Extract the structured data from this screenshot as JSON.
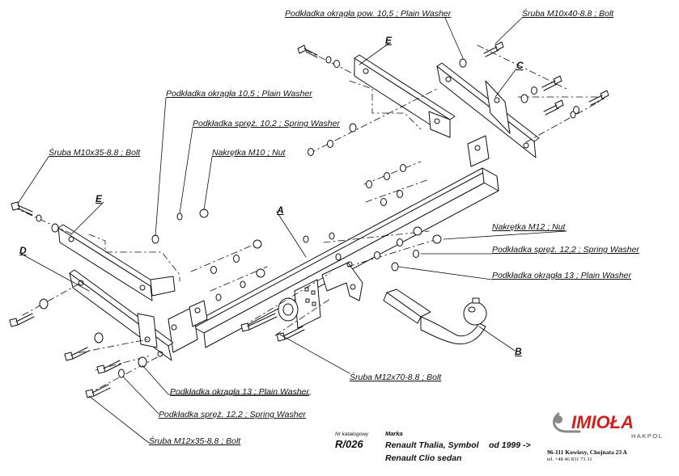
{
  "part_labels": {
    "washer_round_105_top": "Podkładka okrągła pow. 10,5 ; Plain Washer",
    "bolt_m10x40": "Śruba M10x40-8.8 ;  Bolt",
    "washer_round_105": "Podkładka okrągła 10,5 ; Plain Washer",
    "washer_spring_102": "Podkładka spręż. 10,2 ; Spring Washer",
    "nut_m10": "Nakrętka  M10 ; Nut",
    "bolt_m10x35": "Śruba M10x35-8.8 ;  Bolt",
    "nut_m12": "Nakrętka  M12 ; Nut",
    "washer_spring_122_right": "Podkładka spręż. 12,2 ; Spring Washer",
    "washer_round_13_right": "Podkładka okrągła 13 ; Plain Washer",
    "bolt_m12x70": "Śruba M12x70-8.8 ;  Bolt",
    "washer_round_13_bottom": "Podkładka okrągła 13 ; Plain Washer",
    "washer_spring_122_bottom": "Podkładka spręż. 12,2 ; Spring Washer",
    "bolt_m12x35": "Śruba M12x35-8.8 ;  Bolt"
  },
  "part_letters": {
    "E_top": "E",
    "C": "C",
    "A": "A",
    "E_left": "E",
    "D": "D",
    "B": "B"
  },
  "catalog": {
    "number_label": "Nr katalogowy",
    "number": "R/026",
    "brand_label": "Marka",
    "model_line1": "Renault Thalia, Symbol",
    "model_line2": "Renault Clio sedan",
    "year": "od 1999 ->"
  },
  "company": {
    "logo_text": "IMIOŁA",
    "logo_sub": "HAKPOL",
    "address": "96-111 Kowiesy, Chojnata 23 A",
    "phone": "tel. +48 46 831 73 31"
  },
  "colors": {
    "logo_red": "#d0201f",
    "line": "#111111"
  }
}
